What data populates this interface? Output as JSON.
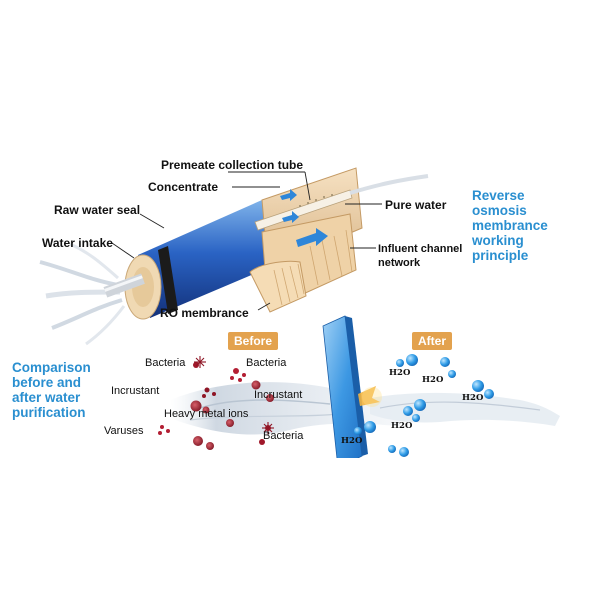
{
  "top_diagram": {
    "labels": {
      "permeate_tube": "Premeate collection tube",
      "concentrate": "Concentrate",
      "raw_water_seal": "Raw water seal",
      "water_intake": "Water intake",
      "pure_water": "Pure water",
      "influent_channel_1": "Influent channel",
      "influent_channel_2": "network",
      "ro_membrance": "RO membrance"
    },
    "title_lines": [
      "Reverse",
      "osmosis",
      "membrance",
      "working",
      "principle"
    ]
  },
  "bottom_diagram": {
    "title_lines": [
      "Comparison",
      "before and",
      "after water",
      "purification"
    ],
    "before_tag": "Before",
    "after_tag": "After",
    "contaminants": {
      "bacteria_1": "Bacteria",
      "bacteria_2": "Bacteria",
      "incrustant_1": "Incrustant",
      "incrustant_2": "Incrustant",
      "heavy_metal": "Heavy metal ions",
      "varuses": "Varuses",
      "bacteria_3": "Bacteria"
    },
    "molecule_label": "H2O"
  },
  "colors": {
    "accent_blue": "#2a8fd0",
    "tag_orange": "#e3a24e",
    "membrane_blue": "#3d86d8"
  }
}
